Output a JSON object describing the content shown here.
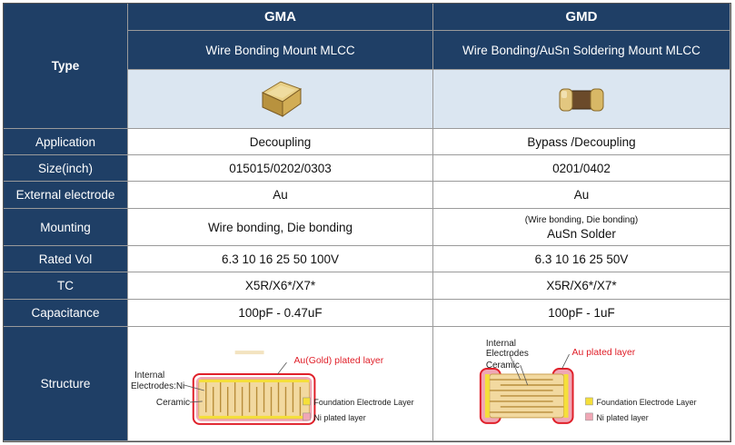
{
  "header": {
    "type_label": "Type",
    "col1_name": "GMA",
    "col1_desc": "Wire Bonding Mount MLCC",
    "col2_name": "GMD",
    "col2_desc": "Wire Bonding/AuSn Soldering Mount MLCC"
  },
  "rows": {
    "application": {
      "label": "Application",
      "gma": "Decoupling",
      "gmd": "Bypass /Decoupling"
    },
    "size": {
      "label": "Size(inch)",
      "gma": "015015/0202/0303",
      "gmd": "0201/0402"
    },
    "electrode": {
      "label": "External electrode",
      "gma": "Au",
      "gmd": "Au"
    },
    "mounting": {
      "label": "Mounting",
      "gma": "Wire bonding, Die bonding",
      "gmd_note": "(Wire bonding, Die bonding)",
      "gmd": "AuSn Solder"
    },
    "rated_vol": {
      "label": "Rated Vol",
      "gma": "6.3 10 16 25 50 100V",
      "gmd": "6.3 10 16 25 50V"
    },
    "tc": {
      "label": "TC",
      "gma": "X5R/X6*/X7*",
      "gmd": "X5R/X6*/X7*"
    },
    "capacitance": {
      "label": "Capacitance",
      "gma": "100pF - 0.47uF",
      "gmd": "100pF - 1uF"
    },
    "structure": {
      "label": "Structure"
    }
  },
  "structure_gma": {
    "internal": "Internal",
    "electrodes": "Electrodes:Ni",
    "ceramic": "Ceramic",
    "plated": "Au(Gold) plated layer",
    "legend1": "Foundation Electrode Layer",
    "legend2": "Ni plated layer"
  },
  "structure_gmd": {
    "internal": "Internal",
    "electrodes": "Electrodes",
    "ceramic": "Ceramic",
    "plated": "Au plated layer",
    "legend1": "Foundation Electrode Layer",
    "legend2": "Ni plated layer"
  },
  "colors": {
    "header_bg": "#1f3f66",
    "photo_bg": "#dbe6f1",
    "plated_red": "#e0202a",
    "ni_pink": "#f0a7b5",
    "electrode_yellow": "#f5df3a",
    "ceramic_tan": "#f2d9a0"
  }
}
